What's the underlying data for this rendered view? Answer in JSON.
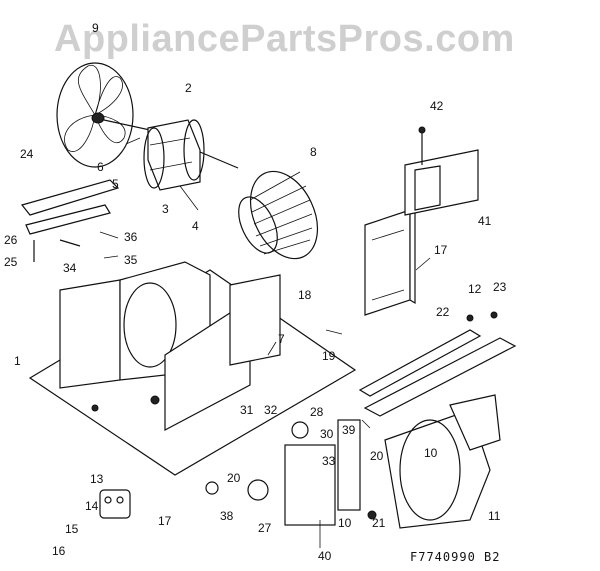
{
  "watermark": "AppliancePartsPros.com",
  "drawing_id": "F7740990 B2",
  "callouts": [
    {
      "id": "c9",
      "text": "9"
    },
    {
      "id": "c2",
      "text": "2"
    },
    {
      "id": "c8",
      "text": "8"
    },
    {
      "id": "c42",
      "text": "42"
    },
    {
      "id": "c24",
      "text": "24"
    },
    {
      "id": "c6",
      "text": "6"
    },
    {
      "id": "c5",
      "text": "5"
    },
    {
      "id": "c3",
      "text": "3"
    },
    {
      "id": "c4",
      "text": "4"
    },
    {
      "id": "c41",
      "text": "41"
    },
    {
      "id": "c36",
      "text": "36"
    },
    {
      "id": "c35",
      "text": "35"
    },
    {
      "id": "c34",
      "text": "34"
    },
    {
      "id": "c26",
      "text": "26"
    },
    {
      "id": "c25",
      "text": "25"
    },
    {
      "id": "c17a",
      "text": "17"
    },
    {
      "id": "c18",
      "text": "18"
    },
    {
      "id": "c12",
      "text": "12"
    },
    {
      "id": "c23",
      "text": "23"
    },
    {
      "id": "c22",
      "text": "22"
    },
    {
      "id": "c19",
      "text": "19"
    },
    {
      "id": "c7",
      "text": "7"
    },
    {
      "id": "c1",
      "text": "1"
    },
    {
      "id": "c31",
      "text": "31"
    },
    {
      "id": "c32",
      "text": "32"
    },
    {
      "id": "c28",
      "text": "28"
    },
    {
      "id": "c39",
      "text": "39"
    },
    {
      "id": "c30",
      "text": "30"
    },
    {
      "id": "c33",
      "text": "33"
    },
    {
      "id": "c20a",
      "text": "20"
    },
    {
      "id": "c20b",
      "text": "20"
    },
    {
      "id": "c10a",
      "text": "10"
    },
    {
      "id": "c13",
      "text": "13"
    },
    {
      "id": "c14",
      "text": "14"
    },
    {
      "id": "c15",
      "text": "15"
    },
    {
      "id": "c16",
      "text": "16"
    },
    {
      "id": "c17b",
      "text": "17"
    },
    {
      "id": "c38",
      "text": "38"
    },
    {
      "id": "c27",
      "text": "27"
    },
    {
      "id": "c10b",
      "text": "10"
    },
    {
      "id": "c40",
      "text": "40"
    },
    {
      "id": "c21",
      "text": "21"
    },
    {
      "id": "c11",
      "text": "11"
    }
  ]
}
